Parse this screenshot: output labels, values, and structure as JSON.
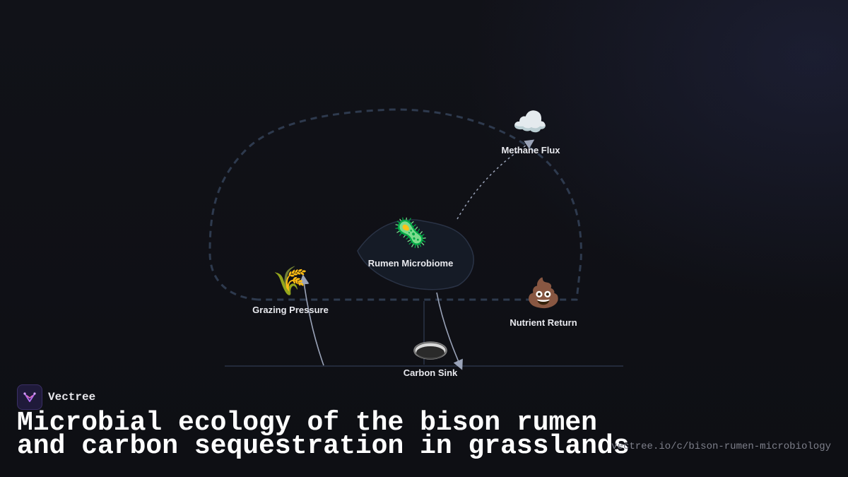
{
  "diagram": {
    "nodes": {
      "methane": {
        "icon": "☁️",
        "icon_name": "cloud-icon",
        "label": "Methane Flux"
      },
      "rumen": {
        "icon": "🦠",
        "icon_name": "microbe-icon",
        "label": "Rumen Microbiome"
      },
      "grazing": {
        "icon": "🌾",
        "icon_name": "wheat-icon",
        "label": "Grazing Pressure"
      },
      "nutrient": {
        "icon": "💩",
        "icon_name": "dung-icon",
        "label": "Nutrient Return"
      },
      "carbon": {
        "icon_name": "soil-pit-icon",
        "label": "Carbon Sink"
      }
    },
    "colors": {
      "loop": "#2e3a4e",
      "arrow": "#9aa3b8",
      "rumen_fill": "#151b26",
      "ground": "#2a3346"
    }
  },
  "footer": {
    "brand": "Vectree",
    "title_line1": "Microbial ecology of the bison rumen",
    "title_line2": "and carbon sequestration in grasslands",
    "url": "vectree.io/c/bison-rumen-microbiology"
  }
}
